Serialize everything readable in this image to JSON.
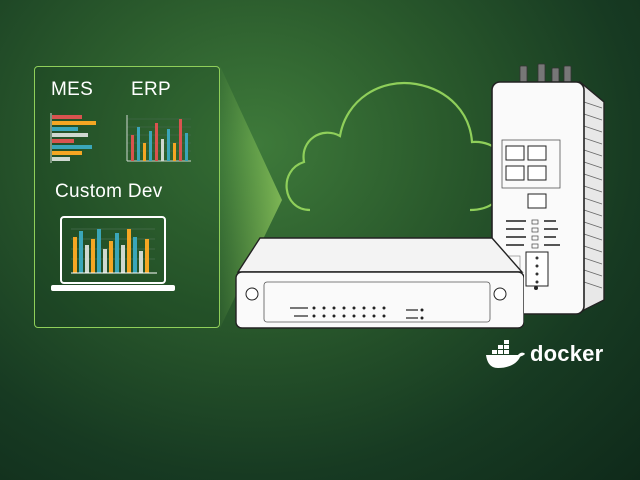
{
  "panel": {
    "mes_label": "MES",
    "erp_label": "ERP",
    "custom_label": "Custom Dev"
  },
  "brand": {
    "docker_label": "docker",
    "icon": "docker-whale-icon"
  },
  "colors": {
    "accent_green": "#8fcf5a",
    "bar_orange": "#f5a623",
    "bar_teal": "#3aa6b9",
    "bar_red": "#d9534f"
  }
}
